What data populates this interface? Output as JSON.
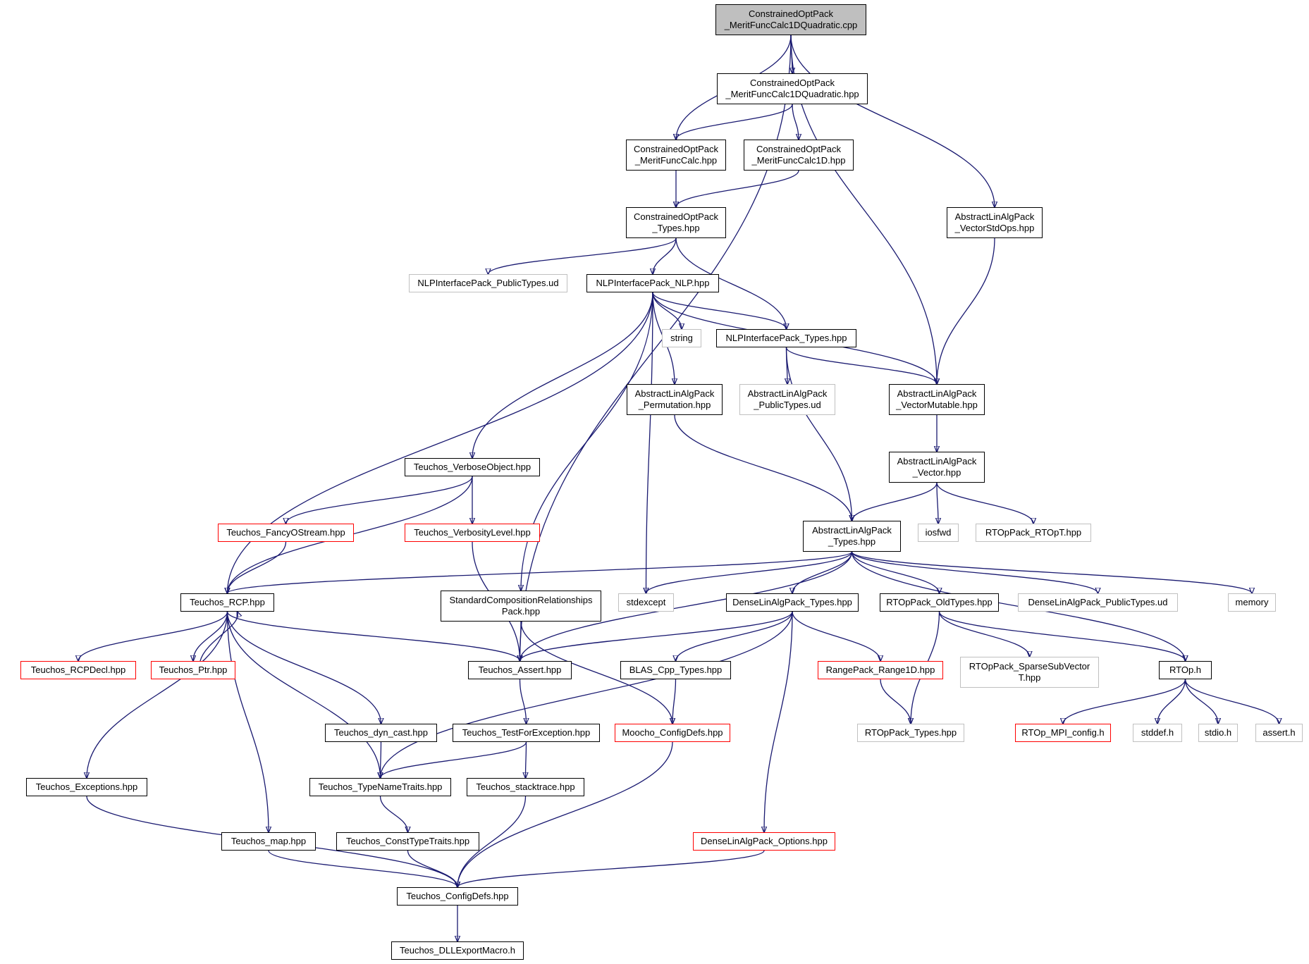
{
  "colors": {
    "edge": "#191970",
    "root_fill": "#bfbfbf",
    "truncated_border": "#ff0000",
    "external_border": "#c0c0c0",
    "node_border": "#000000"
  },
  "nodes": [
    {
      "id": "n_root",
      "lines": [
        "ConstrainedOptPack",
        "_MeritFuncCalc1DQuadratic.cpp"
      ],
      "kind": "root"
    },
    {
      "id": "n_mfc1dq_hpp",
      "lines": [
        "ConstrainedOptPack",
        "_MeritFuncCalc1DQuadratic.hpp"
      ],
      "kind": "normal"
    },
    {
      "id": "n_mfc_hpp",
      "lines": [
        "ConstrainedOptPack",
        "_MeritFuncCalc.hpp"
      ],
      "kind": "normal"
    },
    {
      "id": "n_mfc1d_hpp",
      "lines": [
        "ConstrainedOptPack",
        "_MeritFuncCalc1D.hpp"
      ],
      "kind": "normal"
    },
    {
      "id": "n_cop_types",
      "lines": [
        "ConstrainedOptPack",
        "_Types.hpp"
      ],
      "kind": "normal"
    },
    {
      "id": "n_vecstdops",
      "lines": [
        "AbstractLinAlgPack",
        "_VectorStdOps.hpp"
      ],
      "kind": "normal"
    },
    {
      "id": "n_nlp_pubtypes",
      "lines": [
        "NLPInterfacePack_PublicTypes.ud"
      ],
      "kind": "external"
    },
    {
      "id": "n_nlp_hpp",
      "lines": [
        "NLPInterfacePack_NLP.hpp"
      ],
      "kind": "normal"
    },
    {
      "id": "n_string",
      "lines": [
        "string"
      ],
      "kind": "external"
    },
    {
      "id": "n_nlp_types",
      "lines": [
        "NLPInterfacePack_Types.hpp"
      ],
      "kind": "normal"
    },
    {
      "id": "n_perm",
      "lines": [
        "AbstractLinAlgPack",
        "_Permutation.hpp"
      ],
      "kind": "normal"
    },
    {
      "id": "n_alap_pub",
      "lines": [
        "AbstractLinAlgPack",
        "_PublicTypes.ud"
      ],
      "kind": "external"
    },
    {
      "id": "n_vecmut",
      "lines": [
        "AbstractLinAlgPack",
        "_VectorMutable.hpp"
      ],
      "kind": "normal"
    },
    {
      "id": "n_vector",
      "lines": [
        "AbstractLinAlgPack",
        "_Vector.hpp"
      ],
      "kind": "normal"
    },
    {
      "id": "n_verbose",
      "lines": [
        "Teuchos_VerboseObject.hpp"
      ],
      "kind": "normal"
    },
    {
      "id": "n_fancy",
      "lines": [
        "Teuchos_FancyOStream.hpp"
      ],
      "kind": "truncated"
    },
    {
      "id": "n_verblevel",
      "lines": [
        "Teuchos_VerbosityLevel.hpp"
      ],
      "kind": "truncated"
    },
    {
      "id": "n_alap_types",
      "lines": [
        "AbstractLinAlgPack",
        "_Types.hpp"
      ],
      "kind": "normal"
    },
    {
      "id": "n_iosfwd",
      "lines": [
        "iosfwd"
      ],
      "kind": "external"
    },
    {
      "id": "n_rtopt",
      "lines": [
        "RTOpPack_RTOpT.hpp"
      ],
      "kind": "external"
    },
    {
      "id": "n_rcp",
      "lines": [
        "Teuchos_RCP.hpp"
      ],
      "kind": "normal"
    },
    {
      "id": "n_stdcomp",
      "lines": [
        "StandardCompositionRelationships",
        "Pack.hpp"
      ],
      "kind": "normal"
    },
    {
      "id": "n_stdexcept",
      "lines": [
        "stdexcept"
      ],
      "kind": "external"
    },
    {
      "id": "n_dense_types",
      "lines": [
        "DenseLinAlgPack_Types.hpp"
      ],
      "kind": "normal"
    },
    {
      "id": "n_rtop_old",
      "lines": [
        "RTOpPack_OldTypes.hpp"
      ],
      "kind": "normal"
    },
    {
      "id": "n_dense_pub",
      "lines": [
        "DenseLinAlgPack_PublicTypes.ud"
      ],
      "kind": "external"
    },
    {
      "id": "n_memory",
      "lines": [
        "memory"
      ],
      "kind": "external"
    },
    {
      "id": "n_rcpdecl",
      "lines": [
        "Teuchos_RCPDecl.hpp"
      ],
      "kind": "truncated"
    },
    {
      "id": "n_ptr",
      "lines": [
        "Teuchos_Ptr.hpp"
      ],
      "kind": "truncated"
    },
    {
      "id": "n_assert",
      "lines": [
        "Teuchos_Assert.hpp"
      ],
      "kind": "normal"
    },
    {
      "id": "n_blas",
      "lines": [
        "BLAS_Cpp_Types.hpp"
      ],
      "kind": "normal"
    },
    {
      "id": "n_range",
      "lines": [
        "RangePack_Range1D.hpp"
      ],
      "kind": "truncated"
    },
    {
      "id": "n_sparse",
      "lines": [
        "RTOpPack_SparseSubVector",
        "T.hpp"
      ],
      "kind": "external"
    },
    {
      "id": "n_rtoph",
      "lines": [
        "RTOp.h"
      ],
      "kind": "normal"
    },
    {
      "id": "n_dyncast",
      "lines": [
        "Teuchos_dyn_cast.hpp"
      ],
      "kind": "normal"
    },
    {
      "id": "n_testfor",
      "lines": [
        "Teuchos_TestForException.hpp"
      ],
      "kind": "normal"
    },
    {
      "id": "n_moocho",
      "lines": [
        "Moocho_ConfigDefs.hpp"
      ],
      "kind": "truncated"
    },
    {
      "id": "n_rtop_types",
      "lines": [
        "RTOpPack_Types.hpp"
      ],
      "kind": "external"
    },
    {
      "id": "n_mpi",
      "lines": [
        "RTOp_MPI_config.h"
      ],
      "kind": "truncated"
    },
    {
      "id": "n_stddef",
      "lines": [
        "stddef.h"
      ],
      "kind": "external"
    },
    {
      "id": "n_stdio",
      "lines": [
        "stdio.h"
      ],
      "kind": "external"
    },
    {
      "id": "n_asserth",
      "lines": [
        "assert.h"
      ],
      "kind": "external"
    },
    {
      "id": "n_exceptions",
      "lines": [
        "Teuchos_Exceptions.hpp"
      ],
      "kind": "normal"
    },
    {
      "id": "n_typename",
      "lines": [
        "Teuchos_TypeNameTraits.hpp"
      ],
      "kind": "normal"
    },
    {
      "id": "n_stacktrace",
      "lines": [
        "Teuchos_stacktrace.hpp"
      ],
      "kind": "normal"
    },
    {
      "id": "n_map",
      "lines": [
        "Teuchos_map.hpp"
      ],
      "kind": "normal"
    },
    {
      "id": "n_consttype",
      "lines": [
        "Teuchos_ConstTypeTraits.hpp"
      ],
      "kind": "normal"
    },
    {
      "id": "n_dense_opts",
      "lines": [
        "DenseLinAlgPack_Options.hpp"
      ],
      "kind": "truncated"
    },
    {
      "id": "n_configdefs",
      "lines": [
        "Teuchos_ConfigDefs.hpp"
      ],
      "kind": "normal"
    },
    {
      "id": "n_dll",
      "lines": [
        "Teuchos_DLLExportMacro.h"
      ],
      "kind": "normal"
    }
  ],
  "edges": [
    [
      "n_root",
      "n_mfc1dq_hpp"
    ],
    [
      "n_root",
      "n_mfc_hpp"
    ],
    [
      "n_root",
      "n_vecstdops"
    ],
    [
      "n_root",
      "n_vecmut"
    ],
    [
      "n_root",
      "n_assert"
    ],
    [
      "n_mfc1dq_hpp",
      "n_mfc_hpp"
    ],
    [
      "n_mfc1dq_hpp",
      "n_mfc1d_hpp"
    ],
    [
      "n_mfc_hpp",
      "n_cop_types"
    ],
    [
      "n_mfc1d_hpp",
      "n_cop_types"
    ],
    [
      "n_cop_types",
      "n_nlp_pubtypes"
    ],
    [
      "n_cop_types",
      "n_nlp_hpp"
    ],
    [
      "n_cop_types",
      "n_nlp_types"
    ],
    [
      "n_vecstdops",
      "n_vecmut"
    ],
    [
      "n_nlp_hpp",
      "n_string"
    ],
    [
      "n_nlp_hpp",
      "n_nlp_types"
    ],
    [
      "n_nlp_hpp",
      "n_vecmut"
    ],
    [
      "n_nlp_hpp",
      "n_perm"
    ],
    [
      "n_nlp_hpp",
      "n_verbose"
    ],
    [
      "n_nlp_hpp",
      "n_rcp"
    ],
    [
      "n_nlp_hpp",
      "n_stdcomp"
    ],
    [
      "n_nlp_hpp",
      "n_stdexcept"
    ],
    [
      "n_nlp_types",
      "n_alap_pub"
    ],
    [
      "n_nlp_types",
      "n_vecmut"
    ],
    [
      "n_nlp_types",
      "n_alap_types"
    ],
    [
      "n_perm",
      "n_alap_types"
    ],
    [
      "n_vecmut",
      "n_vector"
    ],
    [
      "n_vector",
      "n_alap_types"
    ],
    [
      "n_vector",
      "n_iosfwd"
    ],
    [
      "n_vector",
      "n_rtopt"
    ],
    [
      "n_verbose",
      "n_fancy"
    ],
    [
      "n_verbose",
      "n_verblevel"
    ],
    [
      "n_verbose",
      "n_rcp"
    ],
    [
      "n_fancy",
      "n_rcp"
    ],
    [
      "n_verblevel",
      "n_assert"
    ],
    [
      "n_alap_types",
      "n_rcp"
    ],
    [
      "n_alap_types",
      "n_stdexcept"
    ],
    [
      "n_alap_types",
      "n_assert"
    ],
    [
      "n_alap_types",
      "n_dense_types"
    ],
    [
      "n_alap_types",
      "n_rtop_old"
    ],
    [
      "n_alap_types",
      "n_dense_pub"
    ],
    [
      "n_alap_types",
      "n_memory"
    ],
    [
      "n_alap_types",
      "n_rtoph"
    ],
    [
      "n_rcp",
      "n_rcpdecl"
    ],
    [
      "n_rcp",
      "n_ptr"
    ],
    [
      "n_rcp",
      "n_assert"
    ],
    [
      "n_rcp",
      "n_dyncast"
    ],
    [
      "n_rcp",
      "n_typename"
    ],
    [
      "n_rcp",
      "n_map"
    ],
    [
      "n_rcp",
      "n_exceptions"
    ],
    [
      "n_ptr",
      "n_rcp"
    ],
    [
      "n_stdcomp",
      "n_assert"
    ],
    [
      "n_stdcomp",
      "n_moocho"
    ],
    [
      "n_dense_types",
      "n_assert"
    ],
    [
      "n_dense_types",
      "n_blas"
    ],
    [
      "n_dense_types",
      "n_range"
    ],
    [
      "n_dense_types",
      "n_typename"
    ],
    [
      "n_dense_types",
      "n_dense_opts"
    ],
    [
      "n_rtop_old",
      "n_sparse"
    ],
    [
      "n_rtop_old",
      "n_rtoph"
    ],
    [
      "n_rtop_old",
      "n_rtop_types"
    ],
    [
      "n_rtoph",
      "n_mpi"
    ],
    [
      "n_rtoph",
      "n_stddef"
    ],
    [
      "n_rtoph",
      "n_stdio"
    ],
    [
      "n_rtoph",
      "n_asserth"
    ],
    [
      "n_assert",
      "n_testfor"
    ],
    [
      "n_blas",
      "n_moocho"
    ],
    [
      "n_range",
      "n_rtop_types"
    ],
    [
      "n_dyncast",
      "n_typename"
    ],
    [
      "n_testfor",
      "n_typename"
    ],
    [
      "n_testfor",
      "n_stacktrace"
    ],
    [
      "n_moocho",
      "n_configdefs"
    ],
    [
      "n_typename",
      "n_consttype"
    ],
    [
      "n_stacktrace",
      "n_configdefs"
    ],
    [
      "n_exceptions",
      "n_configdefs"
    ],
    [
      "n_map",
      "n_configdefs"
    ],
    [
      "n_consttype",
      "n_configdefs"
    ],
    [
      "n_dense_opts",
      "n_configdefs"
    ],
    [
      "n_configdefs",
      "n_dll"
    ]
  ]
}
